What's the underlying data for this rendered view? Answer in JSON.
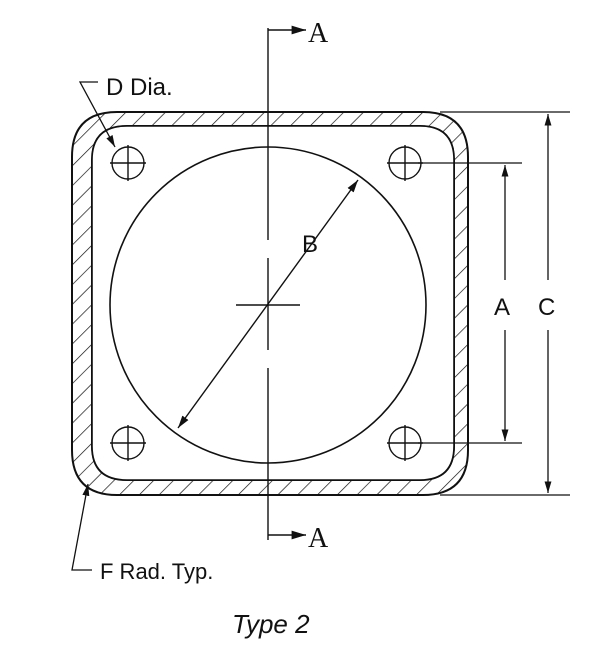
{
  "labels": {
    "section_top": "A",
    "section_bottom": "A",
    "hole_diameter": "D Dia.",
    "bore_diameter": "B",
    "bolt_spacing": "A",
    "overall_size": "C",
    "corner_radius": "F Rad. Typ.",
    "caption": "Type 2"
  },
  "colors": {
    "line": "#111111",
    "background": "#ffffff"
  }
}
